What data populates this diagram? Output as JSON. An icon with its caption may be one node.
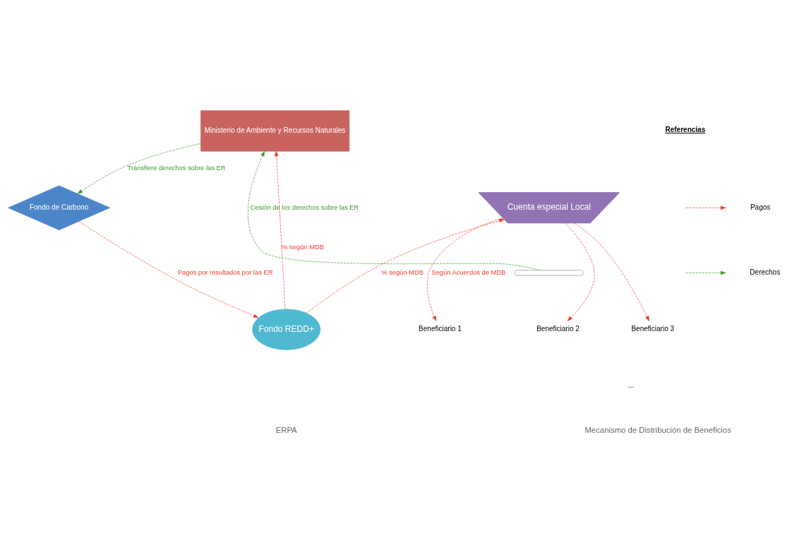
{
  "diagram": {
    "nodes": [
      {
        "text": [
          "Ministerio de Ambiente y Recursos Naturales"
        ]
      },
      {
        "text": [
          "Cuenta especial Local"
        ]
      },
      {
        "text": [
          "Fondo de Carbono"
        ]
      },
      {
        "text": [],
        "shape": "bracket"
      },
      {
        "text": [
          "Beneficiario 1"
        ]
      },
      {
        "text": [
          "Beneficiario 2"
        ]
      },
      {
        "text": [
          "Beneficiario 3"
        ]
      },
      {
        "text": [
          "Fondo REDD+"
        ]
      }
    ],
    "edges": [
      {
        "from": 3,
        "to": 0,
        "arrow": "to",
        "label": "Cesión de los derechos sobre las ER",
        "style": "dashed",
        "color": "#3a9a2a"
      },
      {
        "from": 0,
        "to": 2,
        "arrow": "to",
        "label": "Transfiere derechos sobre las ER",
        "style": "dashed",
        "color": "#3a9a2a"
      },
      {
        "from": 2,
        "to": 7,
        "arrow": "to",
        "label": "Pagos por resultados por las ER",
        "style": "dashed"
      },
      {
        "from": 7,
        "to": 0,
        "arrow": "to",
        "label": "% según MDB",
        "style": "dashed"
      },
      {
        "from": 7,
        "to": 1,
        "arrow": "to",
        "label": "% según MDB",
        "style": "dashed"
      },
      {
        "from": 1,
        "to": 4,
        "arrow": "to",
        "label": "Según Acuerdos de MDB",
        "style": "dashed"
      },
      {
        "from": 1,
        "to": 5,
        "arrow": "to",
        "style": "dashed"
      },
      {
        "from": 1,
        "to": 6,
        "arrow": "to",
        "style": "dashed"
      }
    ],
    "labels": [
      "Referencias",
      "...",
      "Mecanismo de Distribución de Beneficios",
      "ERPA"
    ],
    "legend": [
      {
        "text": "Pagos"
      },
      {
        "text": "Derechos"
      }
    ]
  }
}
